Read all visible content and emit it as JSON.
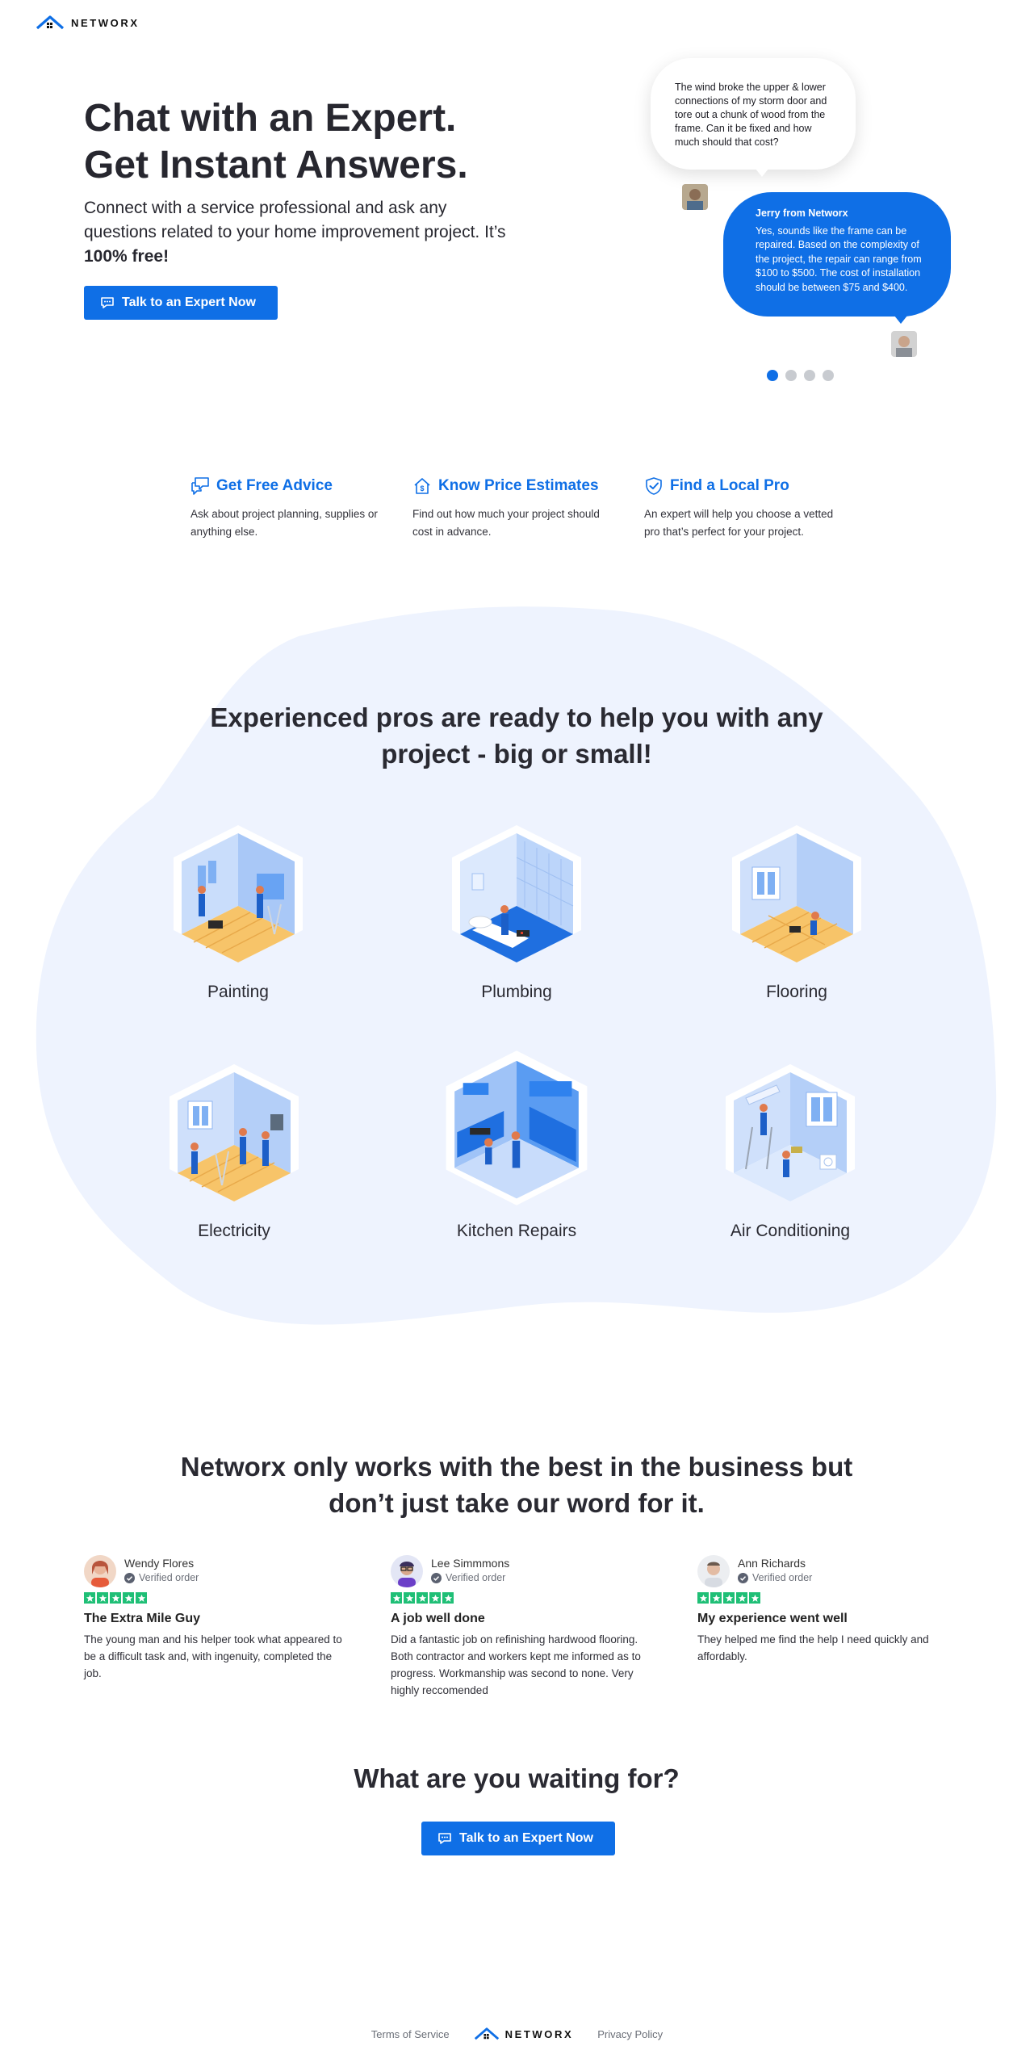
{
  "header": {
    "brand": "NETWORX"
  },
  "hero": {
    "title_line1": "Chat with an Expert.",
    "title_line2": "Get Instant Answers.",
    "subtitle_main": "Connect with a service professional and ask any questions related to your home improvement project. It’s ",
    "subtitle_bold": "100% free!",
    "cta_label": "Talk to an Expert Now"
  },
  "chat": {
    "question": "The wind broke the upper & lower connections of my storm door and tore out a chunk of wood from the frame. Can it be fixed and how much should that cost?",
    "answer_from": "Jerry from Networx",
    "answer": "Yes, sounds like the frame can be repaired. Based on the complexity of the project, the repair can range from $100 to $500. The cost of installation should be between $75 and $400.",
    "carousel_total": 4,
    "carousel_active": 1
  },
  "features": [
    {
      "title": "Get Free Advice",
      "desc": "Ask about project planning, supplies or anything else.",
      "icon": "chat-icon"
    },
    {
      "title": "Know Price Estimates",
      "desc": "Find out how much your project should cost in advance.",
      "icon": "house-dollar-icon"
    },
    {
      "title": "Find a Local Pro",
      "desc": "An expert will help you choose a vetted pro that’s perfect for your project.",
      "icon": "shield-check-icon"
    }
  ],
  "services": {
    "title": "Experienced pros are ready to help you with any project - big or small!",
    "items": [
      {
        "label": "Painting"
      },
      {
        "label": "Plumbing"
      },
      {
        "label": "Flooring"
      },
      {
        "label": "Electricity"
      },
      {
        "label": "Kitchen Repairs"
      },
      {
        "label": "Air Conditioning"
      }
    ]
  },
  "reviews": {
    "title": "Networx only works with the best in the business but don’t just take our word for it.",
    "verified_label": "Verified order",
    "items": [
      {
        "name": "Wendy Flores",
        "rating": 5,
        "title": "The Extra Mile Guy",
        "body": "The young man and his helper took what appeared to be a difficult task and, with ingenuity, completed the job."
      },
      {
        "name": "Lee Simmmons",
        "rating": 5,
        "title": "A job well done",
        "body": "Did a fantastic job on refinishing hardwood flooring. Both contractor and workers kept me informed as to progress. Workmanship was second to none. Very highly reccomended"
      },
      {
        "name": "Ann Richards",
        "rating": 5,
        "title": "My experience went well",
        "body": "They helped me find the help I need quickly and affordably."
      }
    ]
  },
  "waiting": {
    "title": "What are you waiting for?",
    "cta_label": "Talk to an Expert Now"
  },
  "footer": {
    "terms": "Terms of Service",
    "brand": "NETWORX",
    "privacy": "Privacy Policy"
  },
  "colors": {
    "accent": "#0f6fe6",
    "blob": "#eef3fe",
    "star": "#1fbf76"
  }
}
